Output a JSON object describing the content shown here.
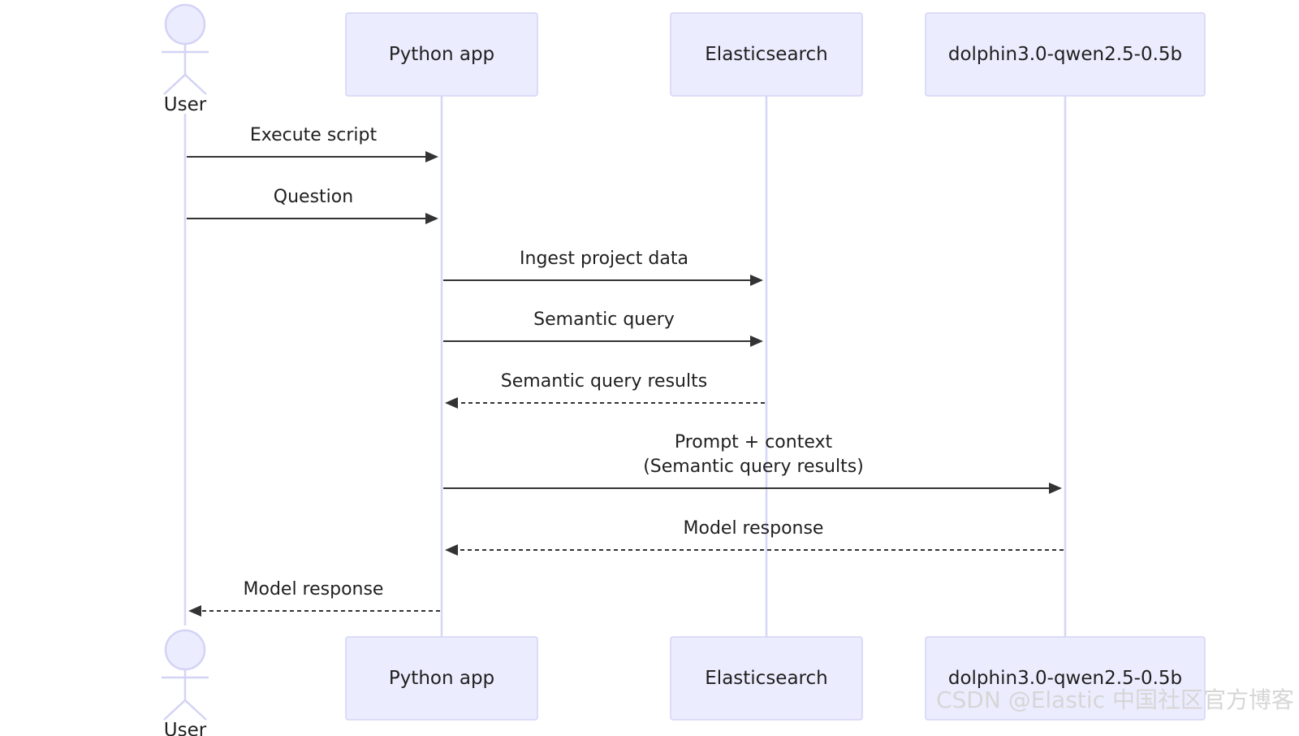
{
  "participants": [
    {
      "id": "user",
      "label": "User",
      "kind": "actor"
    },
    {
      "id": "python",
      "label": "Python app",
      "kind": "box"
    },
    {
      "id": "es",
      "label": "Elasticsearch",
      "kind": "box"
    },
    {
      "id": "model",
      "label": "dolphin3.0-qwen2.5-0.5b",
      "kind": "box"
    }
  ],
  "messages": [
    {
      "from": "user",
      "to": "python",
      "lines": [
        "Execute script"
      ],
      "style": "solid"
    },
    {
      "from": "user",
      "to": "python",
      "lines": [
        "Question"
      ],
      "style": "solid"
    },
    {
      "from": "python",
      "to": "es",
      "lines": [
        "Ingest project data"
      ],
      "style": "solid"
    },
    {
      "from": "python",
      "to": "es",
      "lines": [
        "Semantic query"
      ],
      "style": "solid"
    },
    {
      "from": "es",
      "to": "python",
      "lines": [
        "Semantic query results"
      ],
      "style": "dashed"
    },
    {
      "from": "python",
      "to": "model",
      "lines": [
        "Prompt + context",
        "(Semantic query results)"
      ],
      "style": "solid"
    },
    {
      "from": "model",
      "to": "python",
      "lines": [
        "Model response"
      ],
      "style": "dashed"
    },
    {
      "from": "python",
      "to": "user",
      "lines": [
        "Model response"
      ],
      "style": "dashed"
    }
  ],
  "watermark": "CSDN @Elastic 中国社区官方博客",
  "colors": {
    "box_fill": "#ececff",
    "box_stroke": "#d3d3f5",
    "lifeline": "#d6d6f5",
    "arrow": "#333333",
    "text": "#1f1f1f"
  }
}
